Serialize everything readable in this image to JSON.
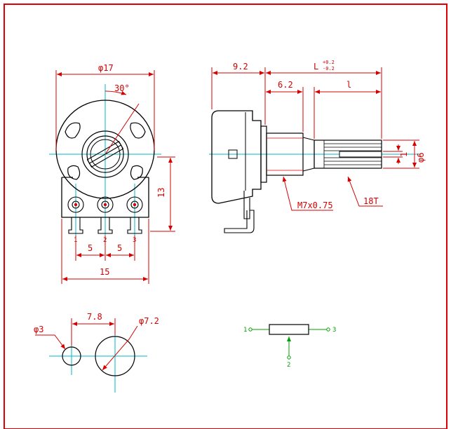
{
  "dims": {
    "front_width": "φ17",
    "angle": "30°",
    "height": "13",
    "pin_label_1": "1",
    "pin_label_2": "2",
    "pin_label_3": "3",
    "pitch_left": "5",
    "pitch_right": "5",
    "total_width": "15",
    "body_depth": "9.2",
    "shaft_length": "L",
    "tol_plus": "+0.2",
    "tol_minus": "-0.2",
    "bushing_length": "6.2",
    "knurl_length": "l",
    "slot_width": "1",
    "shaft_dia": "φ6",
    "thread": "M7x0.75",
    "knurl": "18T",
    "hole_dia": "φ3",
    "hole_spacing": "7.8",
    "boss_dia": "φ7.2"
  },
  "schematic": {
    "pin_left": "1",
    "pin_right": "3",
    "pin_wiper": "2"
  },
  "colors": {
    "frame": "#e00000",
    "outline": "#000000",
    "dimension": "#d40000",
    "centerline": "#00b8c8",
    "leader": "#00a000"
  }
}
